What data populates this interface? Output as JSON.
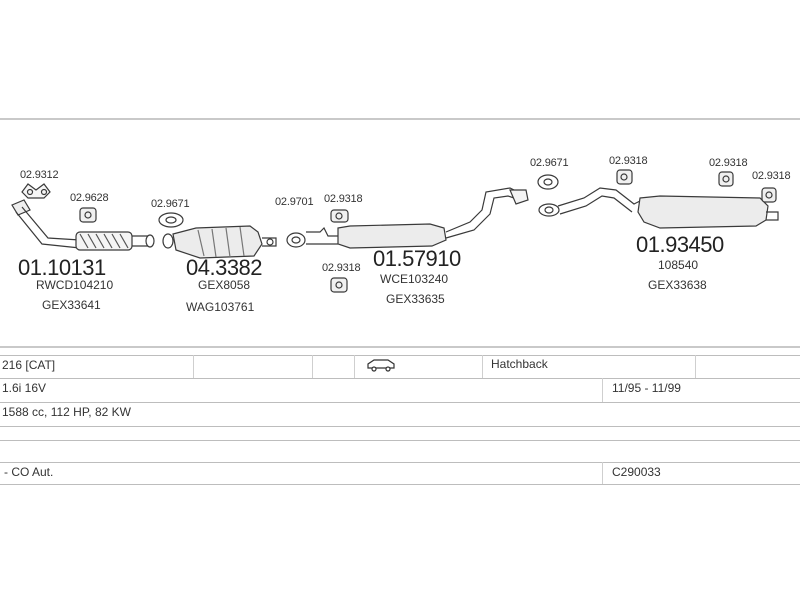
{
  "parts": {
    "clamp_1": "02.9312",
    "gasket_1": "02.9628",
    "frontpipe_code": "01.10131",
    "frontpipe_ref1": "RWCD104210",
    "frontpipe_ref2": "GEX33641",
    "gasket_2": "02.9671",
    "cat_code": "04.3382",
    "cat_ref1": "GEX8058",
    "cat_ref2": "WAG103761",
    "gasket_3": "02.9701",
    "mount_1": "02.9318",
    "mount_2": "02.9318",
    "mid_code": "01.57910",
    "mid_ref1": "WCE103240",
    "mid_ref2": "GEX33635",
    "gasket_4": "02.9671",
    "mount_3": "02.9318",
    "mount_4": "02.9318",
    "mount_5": "02.9318",
    "rear_code": "01.93450",
    "rear_ref1": "108540",
    "rear_ref2": "GEX33638"
  },
  "table": {
    "model": "216  [CAT]",
    "body_type": "Hatchback",
    "engine": "1.6i 16V",
    "years": "11/95 - 11/99",
    "specs": "1588 cc, 112 HP, 82 KW",
    "gearbox": "- CO Aut.",
    "catalog_code": "C290033"
  }
}
